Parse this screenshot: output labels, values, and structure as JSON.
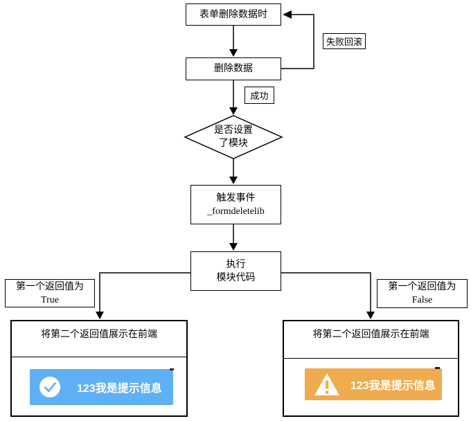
{
  "colors": {
    "line": "#000000",
    "success_toast_bg": "#5fb0f5",
    "warning_toast_bg": "#efab4e",
    "toast_text": "#ffffff"
  },
  "flow": {
    "start_node": "表单删除数据时",
    "delete_node": "删除数据",
    "rollback_label": "失败回滚",
    "success_label": "成功",
    "decision_node": {
      "line1": "是否设置",
      "line2": "了模块"
    },
    "trigger_node": {
      "line1": "触发事件",
      "line2": "_formdeletelib"
    },
    "execute_node": {
      "line1": "执行",
      "line2": "模块代码"
    },
    "true_branch": {
      "line1": "第一个返回值为",
      "line2": "True"
    },
    "false_branch": {
      "line1": "第一个返回值为",
      "line2": "False"
    },
    "left_result": {
      "title": "将第二个返回值展示在前端",
      "toast": {
        "icon": "check-circle-icon",
        "text": "123我是提示信息"
      }
    },
    "right_result": {
      "title": "将第二个返回值展示在前端",
      "toast": {
        "icon": "warning-triangle-icon",
        "text": "123我是提示信息"
      }
    }
  }
}
